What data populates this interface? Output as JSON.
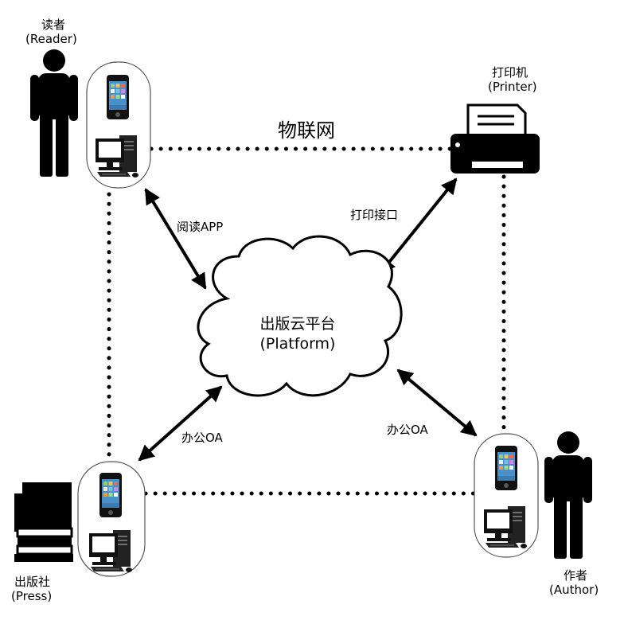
{
  "network_label": "物联网",
  "platform": {
    "name_cn": "出版云平台",
    "name_en": "(Platform)"
  },
  "reader": {
    "name_cn": "读者",
    "name_en": "(Reader)"
  },
  "printer": {
    "name_cn": "打印机",
    "name_en": "(Printer)"
  },
  "press": {
    "name_cn": "出版社",
    "name_en": "(Press)"
  },
  "author": {
    "name_cn": "作者",
    "name_en": "(Author)"
  },
  "links": {
    "reader_app": "阅读APP",
    "print_interface": "打印接口",
    "press_office": "办公OA",
    "author_office": "办公OA"
  }
}
